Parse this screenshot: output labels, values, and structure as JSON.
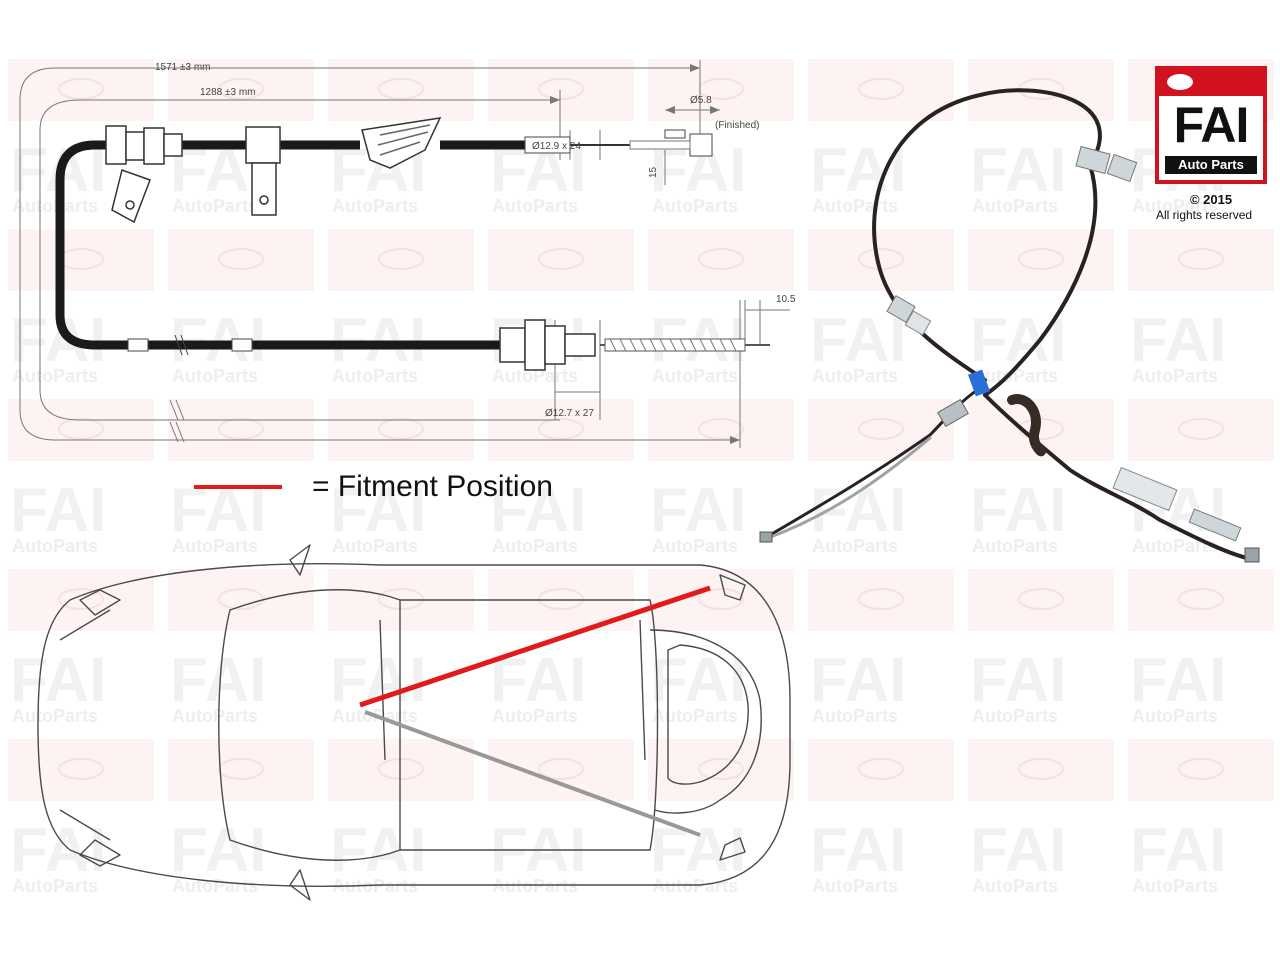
{
  "brand": {
    "logo_text": "FAI",
    "logo_subtext": "Auto Parts",
    "watermark_text": "FAI",
    "watermark_subtext": "AutoParts",
    "copyright_year": "© 2015",
    "rights": "All rights reserved",
    "color_brand": "#d3121f"
  },
  "dimensions": {
    "overall_length": "1571 ±3 mm",
    "inner_length": "1288 ±3 mm",
    "diameter_tip": "Ø5.8",
    "finished_note": "(Finished)",
    "ferrule_top": "Ø12.9 x 24",
    "small_dim": "15",
    "end_dim": "10.5",
    "ferrule_bottom": "Ø12.7 x 27"
  },
  "legend": {
    "label": "= Fitment Position",
    "color": "#e21a1a"
  }
}
